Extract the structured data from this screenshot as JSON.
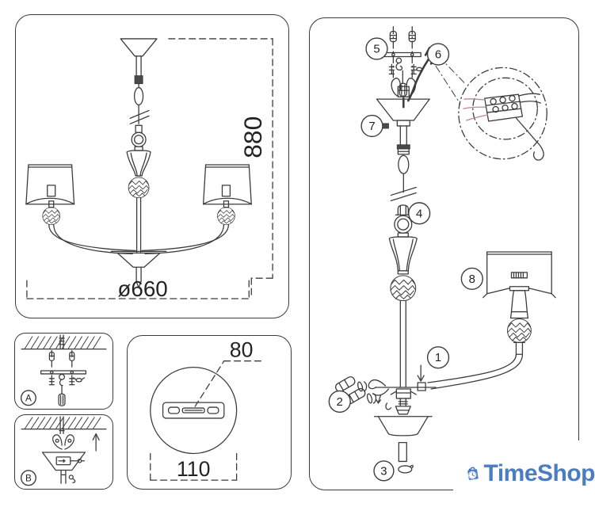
{
  "brand": {
    "name": "TimeShop"
  },
  "overview": {
    "height_mm": "880",
    "diameter_mm": "ø660"
  },
  "mount_detail": {
    "slot_length": "80",
    "plate_diameter": "110"
  },
  "step_badges": {
    "s1": "1",
    "s2": "2",
    "s3": "3",
    "s4": "4",
    "s5": "5",
    "s6": "6",
    "s7": "7",
    "s8": "8"
  },
  "mount_badges": {
    "a": "A",
    "b": "B"
  },
  "colors": {
    "line": "#3c3c3c",
    "wire_accent": "#bb8a8a",
    "logo_blue": "#4a7dc4",
    "logo_dark_blue": "#2f5ba6"
  }
}
